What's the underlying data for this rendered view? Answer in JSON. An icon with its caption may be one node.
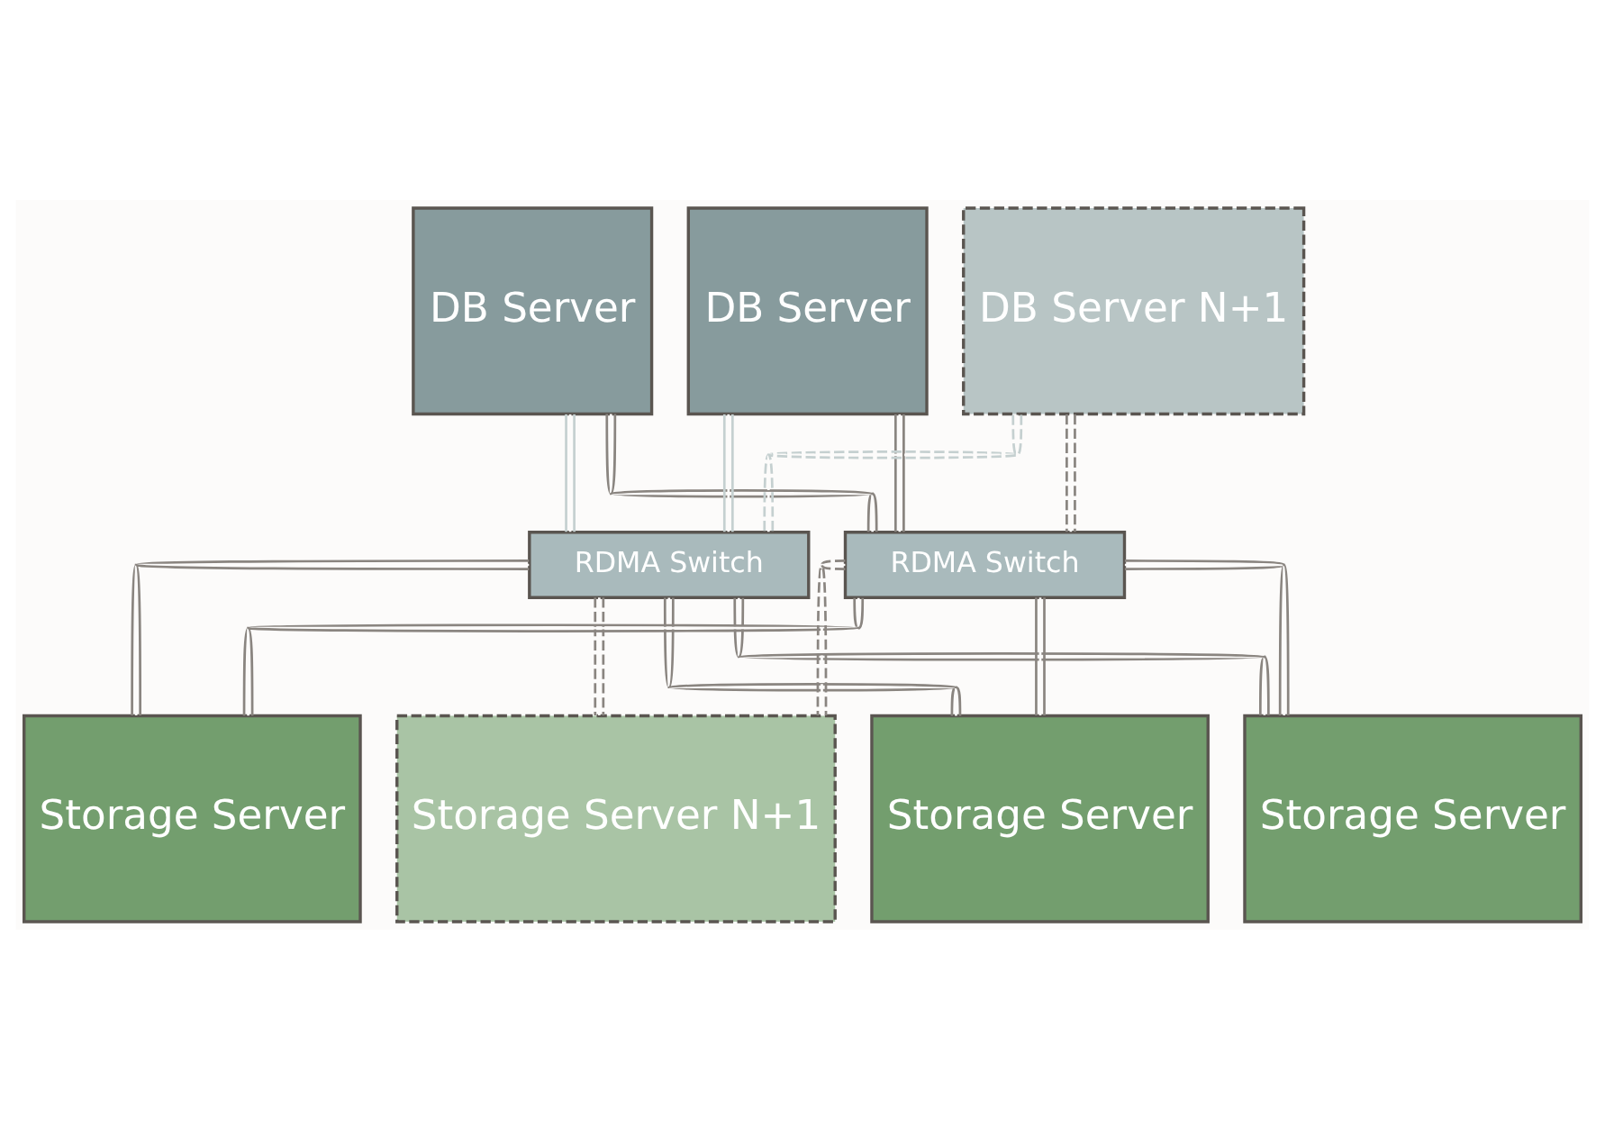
{
  "diagram": {
    "nodes": [
      {
        "text": [
          "DB Server"
        ]
      },
      {
        "text": [
          "DB Server"
        ]
      },
      {
        "text": [
          "DB Server N+1"
        ]
      },
      {
        "text": [
          "RDMA Switch"
        ]
      },
      {
        "text": [
          "RDMA Switch"
        ]
      },
      {
        "text": [
          "Storage Server"
        ]
      },
      {
        "text": [
          "Storage Server"
        ]
      },
      {
        "text": [
          "Storage Server"
        ]
      },
      {
        "text": [
          "Storage Server N+1"
        ]
      }
    ],
    "edges": [
      {
        "from": 0,
        "to": 3,
        "arrow": "none",
        "color": "#c5d0d0"
      },
      {
        "from": 0,
        "to": 4,
        "arrow": "none"
      },
      {
        "from": 1,
        "to": 3,
        "arrow": "none",
        "color": "#c5d0d0"
      },
      {
        "from": 1,
        "to": 4,
        "arrow": "none"
      },
      {
        "from": 2,
        "to": 3,
        "arrow": "none",
        "style": "dashed",
        "color": "#c5d0d0"
      },
      {
        "from": 2,
        "to": 4,
        "arrow": "none",
        "style": "dashed"
      },
      {
        "from": 3,
        "to": 5,
        "arrow": "none"
      },
      {
        "from": 3,
        "to": 6,
        "arrow": "none"
      },
      {
        "from": 3,
        "to": 7,
        "arrow": "none"
      },
      {
        "from": 3,
        "to": 8,
        "arrow": "none",
        "style": "dashed"
      },
      {
        "from": 4,
        "to": 5,
        "arrow": "none"
      },
      {
        "from": 4,
        "to": 6,
        "arrow": "none"
      },
      {
        "from": 4,
        "to": 7,
        "arrow": "none"
      },
      {
        "from": 4,
        "to": 8,
        "arrow": "none",
        "style": "dashed"
      }
    ]
  }
}
